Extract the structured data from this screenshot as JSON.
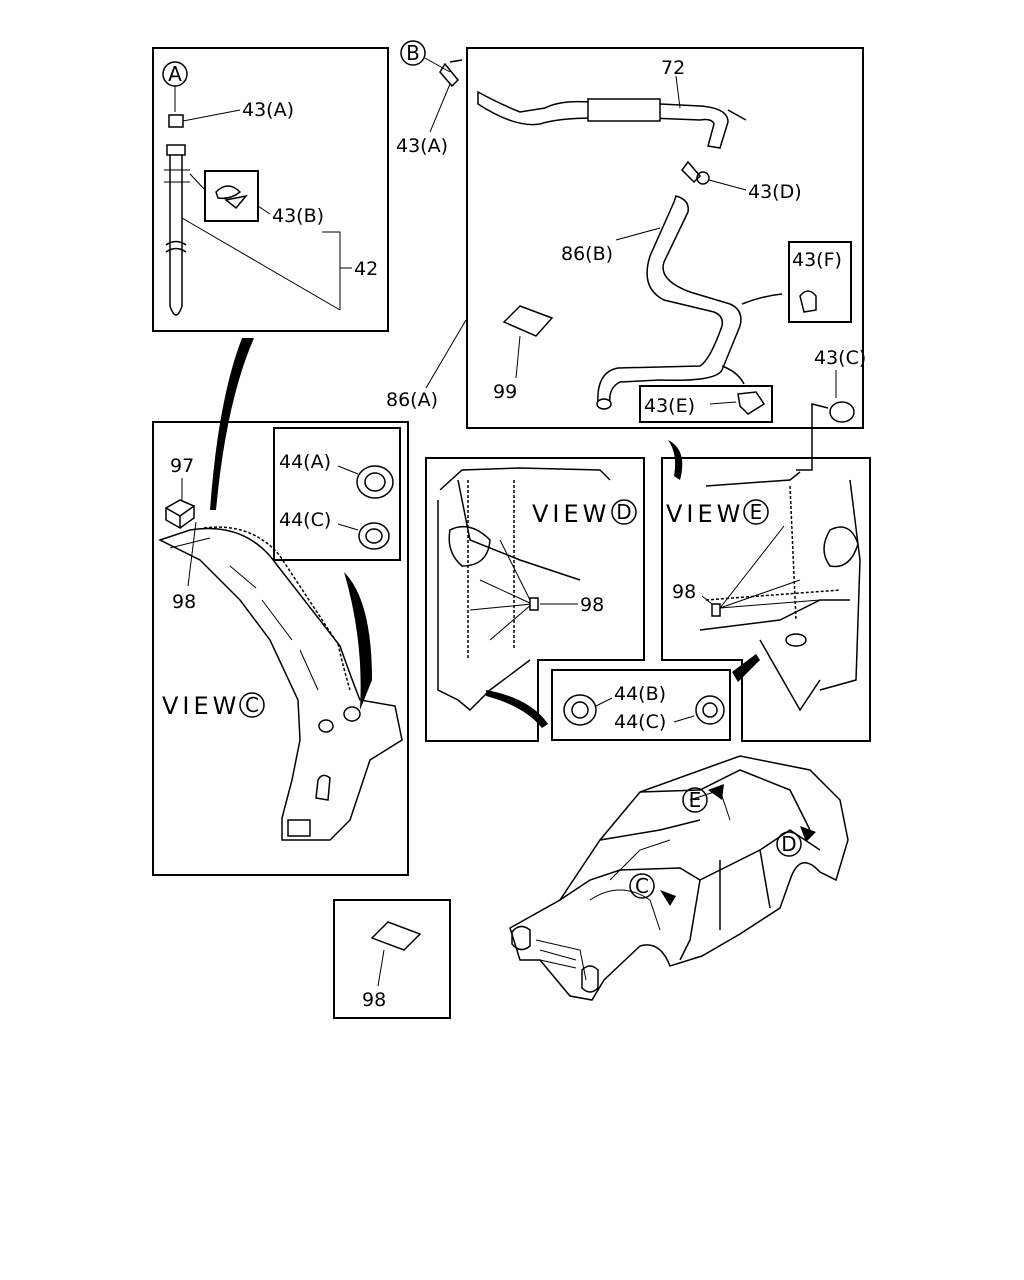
{
  "labels": {
    "l43a_panel_a": "43(A)",
    "l43b": "43(B)",
    "l42": "42",
    "l43a_panel_b": "43(A)",
    "l72": "72",
    "l43d": "43(D)",
    "l86b": "86(B)",
    "l43f": "43(F)",
    "l99": "99",
    "l43e": "43(E)",
    "l86a": "86(A)",
    "l43c": "43(C)",
    "l97": "97",
    "l98_view_c": "98",
    "l44a": "44(A)",
    "l44c_top": "44(C)",
    "l98_view_d": "98",
    "l98_view_e": "98",
    "l44b": "44(B)",
    "l44c_bottom": "44(C)",
    "l98_bottom": "98"
  },
  "callouts": {
    "a": "A",
    "b": "B",
    "c_view": "C",
    "d_view": "D",
    "e_view": "E",
    "c_body": "C",
    "d_body": "D",
    "e_body": "E"
  },
  "views": {
    "c": "VIEW",
    "d": "VIEW",
    "e": "VIEW"
  }
}
